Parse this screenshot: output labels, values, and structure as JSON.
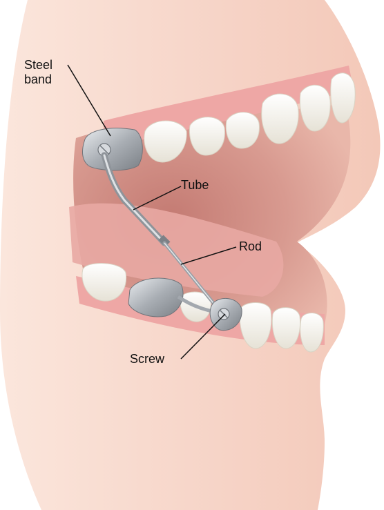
{
  "labels": {
    "steel_band": "Steel\nband",
    "tube": "Tube",
    "rod": "Rod",
    "screw": "Screw"
  },
  "colors": {
    "skin": "#f6d3c6",
    "skin_shadow": "#e8b3a2",
    "gum": "#eaa0a0",
    "tooth": "#f7f5ee",
    "metal": "#b8bcc1"
  }
}
